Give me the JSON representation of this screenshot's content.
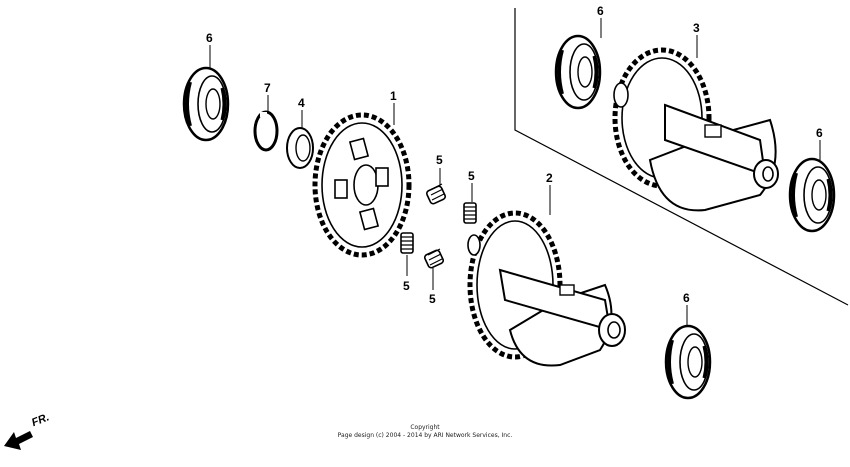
{
  "diagram": {
    "callouts": {
      "bearing_top_left": "6",
      "circlip": "7",
      "washer": "4",
      "driven_gear": "1",
      "spring_a": "5",
      "spring_b": "5",
      "spring_c": "5",
      "spring_d": "5",
      "balancer_shaft": "2",
      "bearing_top_right": "6",
      "crankshaft_assy": "3",
      "bearing_right": "6",
      "bearing_bottom": "6"
    },
    "direction_label": "FR.",
    "copyright_line1": "Copyright",
    "copyright_line2": "Page design (c) 2004 - 2014 by ARI Network Services, Inc."
  }
}
